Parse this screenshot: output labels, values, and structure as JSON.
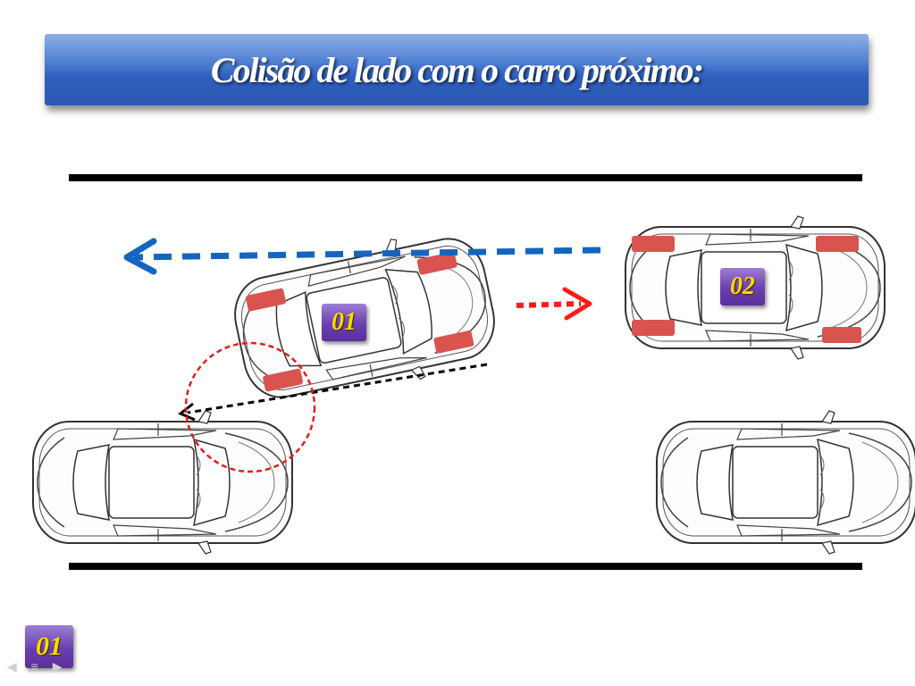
{
  "slide": {
    "title": "Colisão de lado com o carro próximo:"
  },
  "labels": {
    "car_moving": "01",
    "car_ahead": "02",
    "footer_badge": "01"
  },
  "colors": {
    "title_bar": "#3a68c4",
    "badge": "#6a3fae",
    "badge_text": "#ffd900",
    "blue_arrow": "#1565c0",
    "red_arrow": "#ff1a1a",
    "black_arrow": "#000000",
    "collision_circle": "#e01e1e",
    "wheels": "#d9534f",
    "road_lines": "#000000"
  },
  "icons": {
    "nav_prev": "◀",
    "nav_menu": "≡",
    "nav_next": "▶"
  }
}
